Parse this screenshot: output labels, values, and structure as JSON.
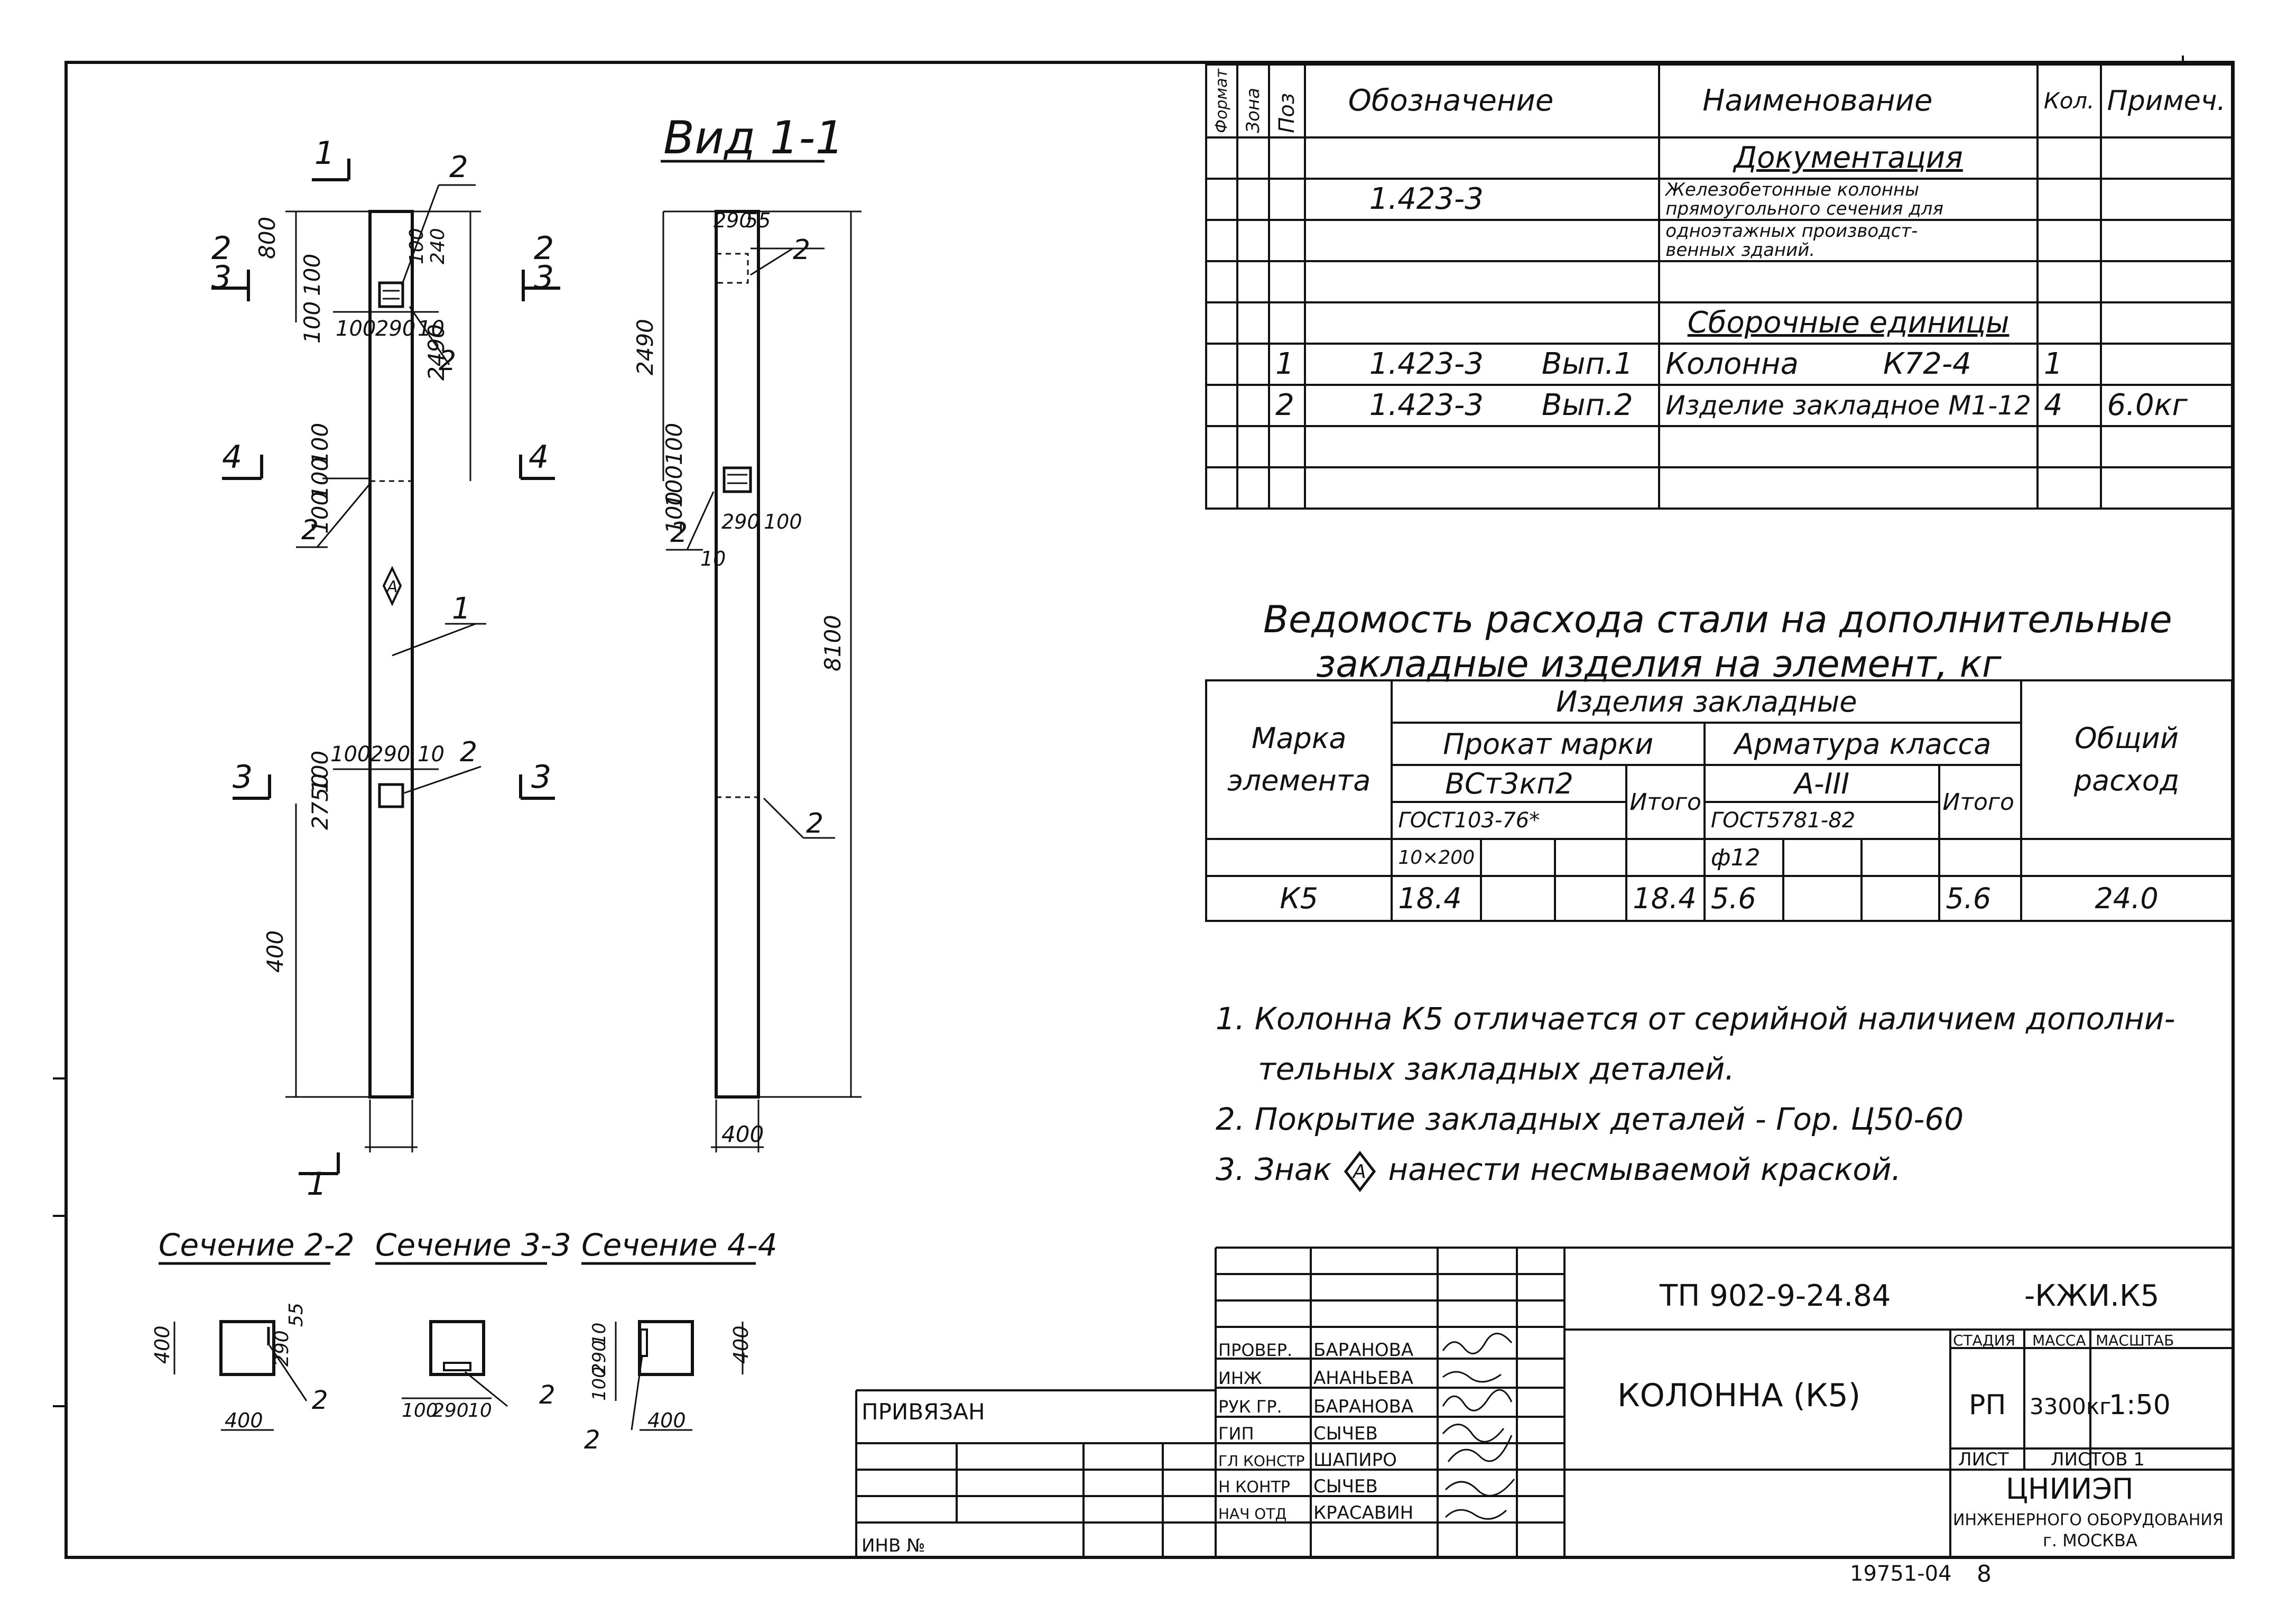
{
  "drawing": {
    "view_title": "Вид 1-1",
    "sections": [
      "Сечение 2-2",
      "Сечение 3-3",
      "Сечение 4-4"
    ],
    "cut_marks": [
      "1",
      "2",
      "3",
      "4"
    ],
    "position_marks": [
      "1",
      "2"
    ],
    "section_dims": [
      "400",
      "290",
      "55",
      "100",
      "10"
    ],
    "dims_front": [
      "800",
      "100",
      "100",
      "290",
      "10",
      "100",
      "100",
      "240",
      "2490",
      "100",
      "100",
      "100",
      "100",
      "100",
      "2750",
      "400"
    ],
    "dims_side": [
      "290",
      "55",
      "2490",
      "100",
      "100",
      "100",
      "290",
      "100",
      "10",
      "8100",
      "400"
    ]
  },
  "spec": {
    "headers": {
      "format": "Формат",
      "zone": "Зона",
      "pos": "Поз",
      "designation": "Обозначение",
      "name": "Наименование",
      "qty": "Кол.",
      "note": "Примеч."
    },
    "sections": {
      "docs": "Документация",
      "assemblies": "Сборочные единицы"
    },
    "doc": {
      "code": "1.423-3",
      "name_lines": [
        "Железобетонные колонны",
        "прямоугольного сечения для",
        "одноэтажных производст-",
        "венных зданий."
      ]
    },
    "rows": [
      {
        "pos": "1",
        "code": "1.423-3",
        "issue": "Вып.1",
        "name": "Колонна",
        "mark": "К72-4",
        "qty": "1",
        "note": ""
      },
      {
        "pos": "2",
        "code": "1.423-3",
        "issue": "Вып.2",
        "name": "Изделие закладное М1-12",
        "mark": "",
        "qty": "4",
        "note": "6.0кг"
      }
    ]
  },
  "steel": {
    "title_lines": [
      "Ведомость расхода стали на дополнительные",
      "закладные изделия на элемент, кг"
    ],
    "h_items": "Изделия закладные",
    "h_rolled": "Прокат марки",
    "h_rebar": "Арматура класса",
    "h_mark": "Марка элемента",
    "h_grade": "ВСт3кп2",
    "h_class": "А-III",
    "h_gost1": "ГОСТ103-76*",
    "h_gost2": "ГОСТ5781-82",
    "h_total": "Итого",
    "h_sum": "Общий расход",
    "h_size": "10×200",
    "h_dia": "ф12",
    "row": {
      "mark": "К5",
      "rolled": "18.4",
      "rolled_total": "18.4",
      "rebar": "5.6",
      "rebar_total": "5.6",
      "sum": "24.0"
    }
  },
  "notes": [
    "1. Колонна К5 отличается от серийной наличием дополни-",
    "тельных закладных деталей.",
    "2. Покрытие закладных деталей - Гор. Ц50-60",
    "3. Знак",
    "нанести несмываемой краской."
  ],
  "diamond_mark": "А",
  "stamp": {
    "code": "ТП 902-9-24.84",
    "suffix": "-КЖИ.К5",
    "title": "КОЛОННА (К5)",
    "stage_h": "СТАДИЯ",
    "mass_h": "МАССА",
    "scale_h": "МАСШТАБ",
    "stage": "РП",
    "mass": "3300кг",
    "scale": "1:50",
    "sheet": "ЛИСТ",
    "sheets": "ЛИСТОВ 1",
    "org": "ЦНИИЭП",
    "org2": "ИНЖЕНЕРНОГО ОБОРУДОВАНИЯ",
    "city": "г. МОСКВА",
    "privyazan": "ПРИВЯЗАН",
    "inv": "ИНВ №",
    "staff": [
      {
        "role": "ПРОВЕР.",
        "name": "БАРАНОВА"
      },
      {
        "role": "ИНЖ",
        "name": "АНАНЬЕВА"
      },
      {
        "role": "РУК ГР.",
        "name": "БАРАНОВА"
      },
      {
        "role": "ГИП",
        "name": "СЫЧЕВ"
      },
      {
        "role": "ГЛ КОНСТР",
        "name": "ШАПИРО"
      },
      {
        "role": "Н КОНТР",
        "name": "СЫЧЕВ"
      },
      {
        "role": "НАЧ ОТД",
        "name": "КРАСАВИН"
      }
    ]
  },
  "footer": {
    "archive": "19751-04",
    "page": "8"
  }
}
